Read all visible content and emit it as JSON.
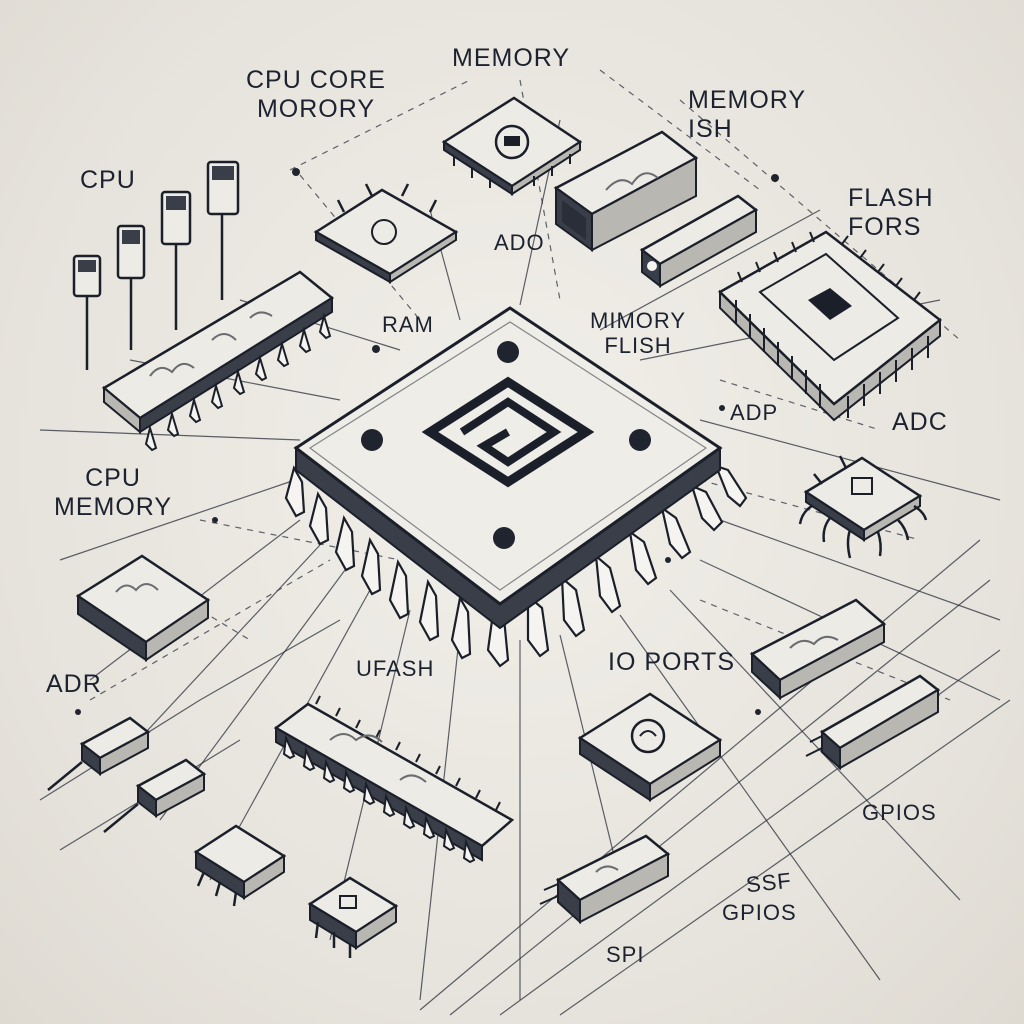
{
  "labels": {
    "cpu_core_memory": "CPU CORE\nMORORY",
    "memory_top": "MEMORY",
    "memory_fish": "MEMORY\nISH",
    "cpu": "CPU",
    "flash_fors": "FLASH\nFORS",
    "ado": "ADO",
    "ram": "RAM",
    "mimory_flish": "MIMORY\nFLISH",
    "adp": "ADP",
    "adc": "ADC",
    "cpu_memory": "CPU\nMEMORY",
    "adr": "ADR",
    "ufash": "UFASH",
    "io_ports": "IO PORTS",
    "gpios_right": "GPIOS",
    "ssf": "SSF",
    "gpios_bottom": "GPIOS",
    "spi": "SPI"
  },
  "colors": {
    "background": "#e9e6df",
    "ink": "#1b1f29",
    "chip_top": "#efede8"
  },
  "icons": {
    "main_chip_logo": "square-spiral-logo-icon"
  }
}
